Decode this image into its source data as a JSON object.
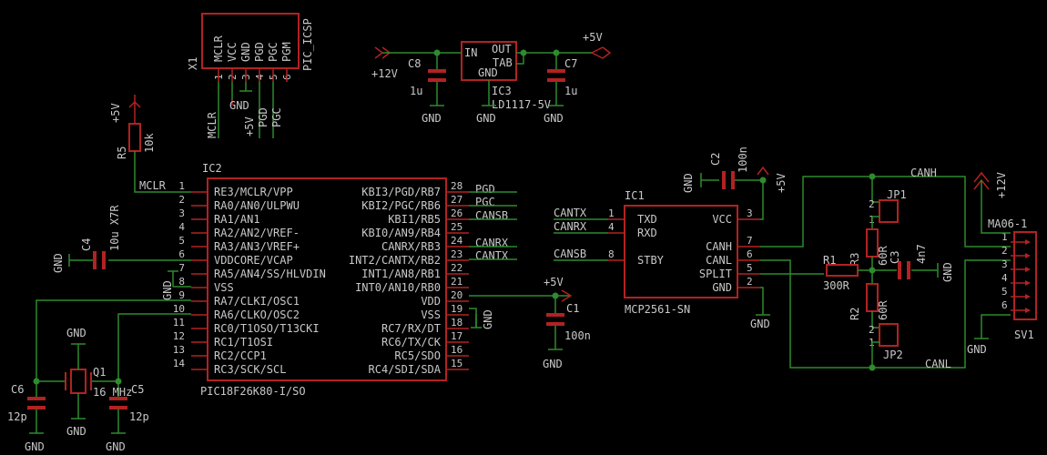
{
  "colors": {
    "background": "#000000",
    "wire": "#2e8b2e",
    "symbol": "#b22222",
    "text": "#c8c8c8"
  },
  "x1": {
    "ref": "X1",
    "name": "PIC_ICSP",
    "pin_names": [
      "MCLR",
      "VCC",
      "GND",
      "PGD",
      "PGC",
      "PGM"
    ],
    "pin_nums": [
      "1",
      "2",
      "3",
      "4",
      "5",
      "6"
    ],
    "nets": [
      "MCLR",
      "+5V",
      "GND",
      "PGD",
      "PGC"
    ]
  },
  "regulator": {
    "ref": "IC3",
    "value": "LD1117-5V",
    "pins": {
      "in": "IN",
      "out": "OUT",
      "tab": "TAB",
      "gnd": "GND"
    },
    "in_net": "+12V",
    "out_net": "+5V",
    "c8": {
      "ref": "C8",
      "value": "1u",
      "gnd": "GND"
    },
    "c7": {
      "ref": "C7",
      "value": "1u",
      "gnd": "GND"
    },
    "ic_gnd": "GND"
  },
  "r5": {
    "ref": "R5",
    "value": "10k",
    "supply": "+5V",
    "net": "MCLR"
  },
  "c4": {
    "ref": "C4",
    "value": "10u X7R",
    "gnd": "GND"
  },
  "ic2": {
    "ref": "IC2",
    "value": "PIC18F26K80-I/SO",
    "left_pins": [
      {
        "num": "1",
        "name": "RE3/MCLR/VPP"
      },
      {
        "num": "2",
        "name": "RA0/AN0/ULPWU"
      },
      {
        "num": "3",
        "name": "RA1/AN1"
      },
      {
        "num": "4",
        "name": "RA2/AN2/VREF-"
      },
      {
        "num": "5",
        "name": "RA3/AN3/VREF+"
      },
      {
        "num": "6",
        "name": "VDDCORE/VCAP"
      },
      {
        "num": "7",
        "name": "RA5/AN4/SS/HLVDIN"
      },
      {
        "num": "8",
        "name": "VSS"
      },
      {
        "num": "9",
        "name": "RA7/CLKI/OSC1"
      },
      {
        "num": "10",
        "name": "RA6/CLKO/OSC2"
      },
      {
        "num": "11",
        "name": "RC0/T1OSO/T13CKI"
      },
      {
        "num": "12",
        "name": "RC1/T1OSI"
      },
      {
        "num": "13",
        "name": "RC2/CCP1"
      },
      {
        "num": "14",
        "name": "RC3/SCK/SCL"
      }
    ],
    "right_pins": [
      {
        "num": "28",
        "name": "KBI3/PGD/RB7",
        "net": "PGD"
      },
      {
        "num": "27",
        "name": "KBI2/PGC/RB6",
        "net": "PGC"
      },
      {
        "num": "26",
        "name": "KBI1/RB5",
        "net": "CANSB"
      },
      {
        "num": "25",
        "name": "KBI0/AN9/RB4",
        "net": ""
      },
      {
        "num": "24",
        "name": "CANRX/RB3",
        "net": "CANRX"
      },
      {
        "num": "23",
        "name": "INT2/CANTX/RB2",
        "net": "CANTX"
      },
      {
        "num": "22",
        "name": "INT1/AN8/RB1",
        "net": ""
      },
      {
        "num": "21",
        "name": "INT0/AN10/RB0",
        "net": ""
      },
      {
        "num": "20",
        "name": "VDD",
        "net": ""
      },
      {
        "num": "19",
        "name": "VSS",
        "net": ""
      },
      {
        "num": "18",
        "name": "RC7/RX/DT",
        "net": ""
      },
      {
        "num": "17",
        "name": "RC6/TX/CK",
        "net": ""
      },
      {
        "num": "16",
        "name": "RC5/SDO",
        "net": ""
      },
      {
        "num": "15",
        "name": "RC4/SDI/SDA",
        "net": ""
      }
    ],
    "mclr_net": "MCLR",
    "gnd_left": "GND",
    "gnd_right": "GND",
    "vdd_net": "+5V"
  },
  "c1": {
    "ref": "C1",
    "value": "100n",
    "gnd": "GND"
  },
  "crystal": {
    "q1": "Q1",
    "q1_value": "16 MHz",
    "q1_gnd_top": "GND",
    "q1_gnd_bot": "GND",
    "c6": {
      "ref": "C6",
      "value": "12p",
      "gnd": "GND"
    },
    "c5": {
      "ref": "C5",
      "value": "12p",
      "gnd": "GND"
    }
  },
  "ic1": {
    "ref": "IC1",
    "value": "MCP2561-SN",
    "left_pins": [
      {
        "num": "1",
        "name": "TXD",
        "net": "CANTX"
      },
      {
        "num": "4",
        "name": "RXD",
        "net": "CANRX"
      },
      {
        "num": "8",
        "name": "STBY",
        "net": "CANSB"
      }
    ],
    "right_pins": [
      {
        "num": "3",
        "name": "VCC"
      },
      {
        "num": "7",
        "name": "CANH"
      },
      {
        "num": "6",
        "name": "CANL"
      },
      {
        "num": "5",
        "name": "SPLIT"
      },
      {
        "num": "2",
        "name": "GND"
      }
    ],
    "gnd": "GND",
    "c2": {
      "ref": "C2",
      "value": "100n",
      "gnd": "GND",
      "supply": "+5V"
    }
  },
  "termination": {
    "canh_net": "CANH",
    "canl_net": "CANL",
    "jp1": "JP1",
    "jp2": "JP2",
    "jp_pin1": "1",
    "jp_pin2": "2",
    "r3": {
      "ref": "R3",
      "value": "60R"
    },
    "r2": {
      "ref": "R2",
      "value": "60R"
    },
    "r1": {
      "ref": "R1",
      "value": "300R"
    },
    "c3": {
      "ref": "C3",
      "value": "4n7",
      "gnd": "GND"
    }
  },
  "connector": {
    "ref": "SV1",
    "value": "MA06-1",
    "pins": [
      "1",
      "2",
      "3",
      "4",
      "5",
      "6"
    ],
    "supply": "+12V",
    "gnd": "GND"
  }
}
